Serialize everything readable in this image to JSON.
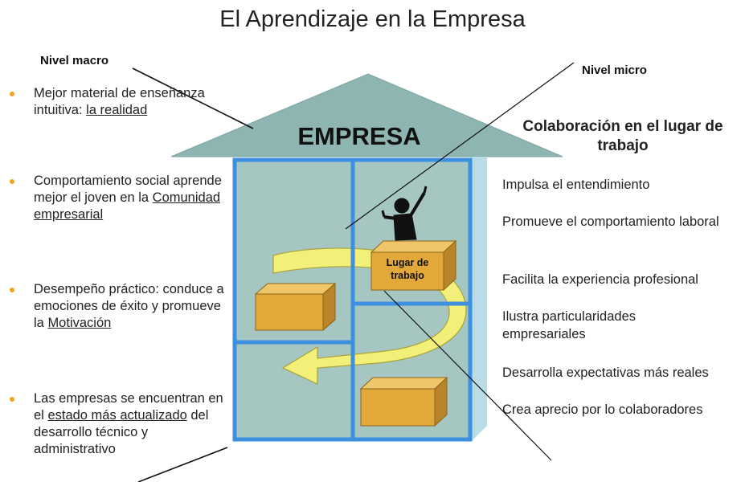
{
  "title": "El Aprendizaje en la Empresa",
  "labels": {
    "macro": "Nivel macro",
    "micro": "Nivel micro",
    "empresa": "EMPRESA",
    "workplace": [
      "Lugar de",
      "trabajo"
    ]
  },
  "left_bullets": [
    {
      "parts": [
        {
          "t": "Mejor material de enseñanza intuitiva: "
        },
        {
          "t": "la realidad",
          "u": true
        }
      ]
    },
    {
      "parts": [
        {
          "t": "Comportamiento social aprende mejor el joven en la "
        },
        {
          "t": "Comunidad empresarial",
          "u": true
        }
      ]
    },
    {
      "parts": [
        {
          "t": "Desempeño práctico: conduce a  emociones de éxito y promueve la "
        },
        {
          "t": "Motivación",
          "u": true
        }
      ]
    },
    {
      "parts": [
        {
          "t": "Las empresas se encuentran en el "
        },
        {
          "t": "estado más actualizado",
          "u": true
        },
        {
          "t": " del desarrollo técnico y administrativo"
        }
      ]
    }
  ],
  "collab_heading": "Colaboración en el lugar de trabajo",
  "benefits": [
    "Impulsa el entendimiento",
    "Promueve el comportamiento laboral",
    "Facilita la experiencia profesional",
    "Ilustra particularidades empresariales",
    "Desarrolla expectativas más reales",
    "Crea aprecio por lo colaboradores"
  ],
  "colors": {
    "roof": "#8fb5b2",
    "wall": "#a6c6c2",
    "frame": "#3d8fe0",
    "box": "#e2a93a",
    "arrow": "#f3f07a",
    "bullet": "#f4a11c"
  }
}
